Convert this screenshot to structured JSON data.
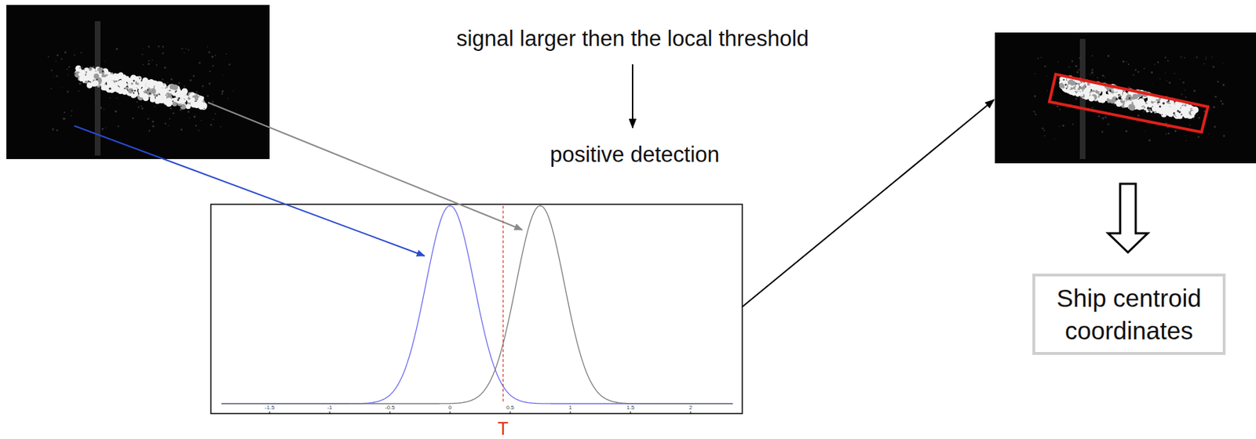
{
  "diagram": {
    "nodes": [
      {
        "text": [
          "Ship centroid coordinates"
        ]
      }
    ],
    "labels": [
      "signal larger then the local threshold",
      "positive detection",
      "T",
      "-1.5",
      "-1",
      "-0.5",
      "0",
      "0.5",
      "1",
      "1.5",
      "2"
    ]
  }
}
